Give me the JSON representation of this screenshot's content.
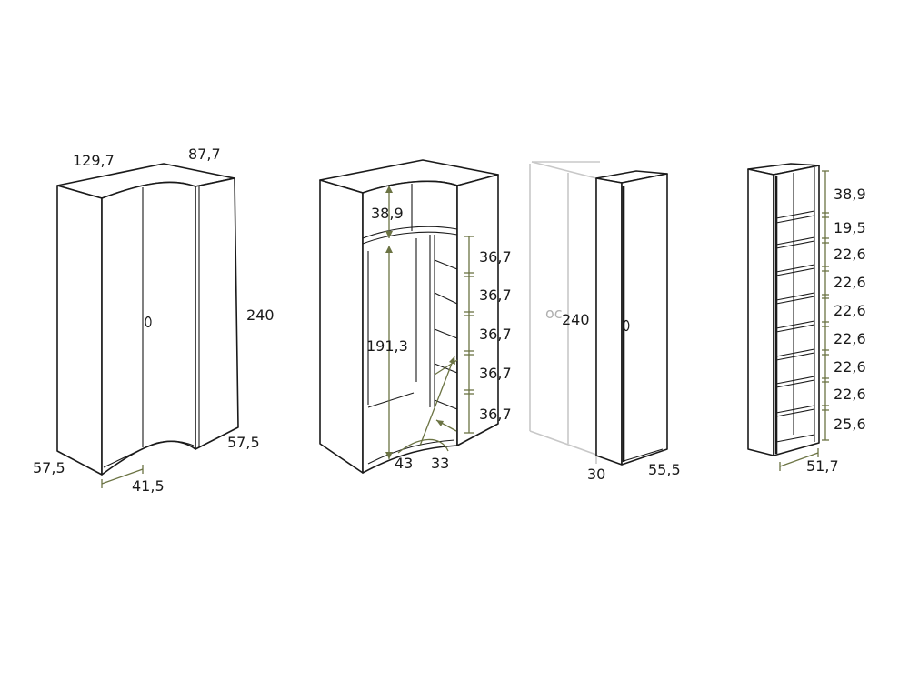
{
  "colors": {
    "line": "#1a1a1a",
    "dimension": "#6b7343",
    "ghost": "#c8c8c8",
    "background": "#ffffff"
  },
  "corner_wardrobe": {
    "width_left": "129,7",
    "width_right": "87,7",
    "height": "240",
    "depth_left": "57,5",
    "depth_right": "57,5",
    "front_curve": "41,5"
  },
  "corner_interior": {
    "top_shelf": "38,9",
    "hanging_height": "191,3",
    "shelf_gaps": [
      "36,7",
      "36,7",
      "36,7",
      "36,7",
      "36,7"
    ],
    "corner_left": "43",
    "corner_right": "33"
  },
  "end_cabinet": {
    "height": "240",
    "depth": "30",
    "width": "55,5",
    "ghost_label": "oc"
  },
  "shelf_unit": {
    "gaps": [
      "38,9",
      "19,5",
      "22,6",
      "22,6",
      "22,6",
      "22,6",
      "22,6",
      "22,6",
      "25,6"
    ],
    "width": "51,7"
  }
}
